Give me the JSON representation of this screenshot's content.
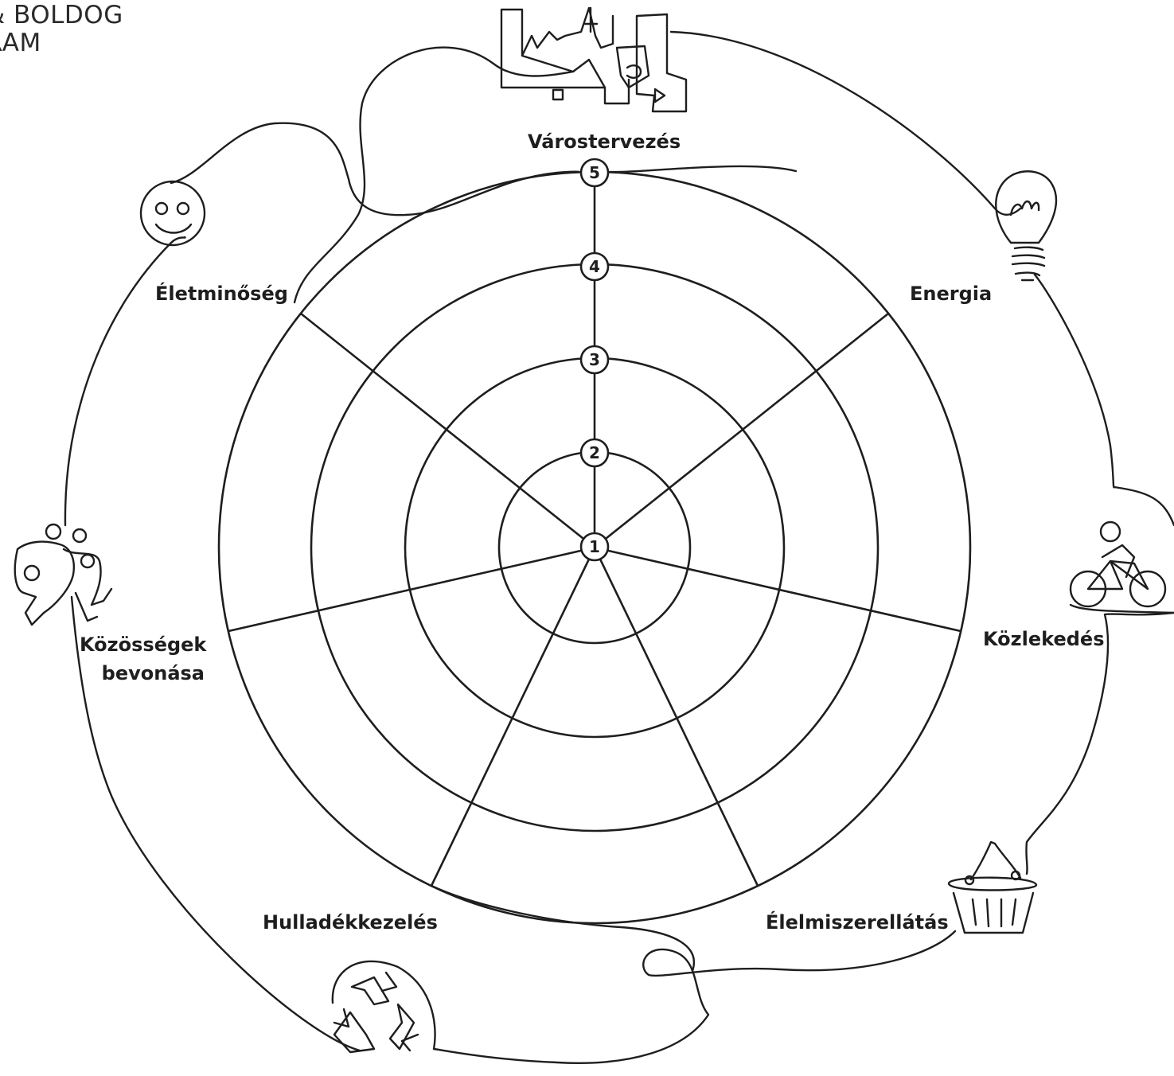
{
  "header": {
    "line1": "& BOLDOG",
    "line2": "RAM"
  },
  "scale_levels": [
    "1",
    "2",
    "3",
    "4",
    "5"
  ],
  "categories": [
    {
      "id": "varostervezes",
      "label": "Várostervezés",
      "icon": "city-skyline-icon"
    },
    {
      "id": "energia",
      "label": "Energia",
      "icon": "light-bulb-icon"
    },
    {
      "id": "kozlekedes",
      "label": "Közlekedés",
      "icon": "cyclist-icon"
    },
    {
      "id": "elelmiszerellatas",
      "label": "Élelmiszerellátás",
      "icon": "shopping-basket-icon"
    },
    {
      "id": "hulladekkezeles",
      "label": "Hulladékkezelés",
      "icon": "recycle-icon"
    },
    {
      "id": "kozossegek",
      "label_line1": "Közösségek",
      "label_line2": "bevonása",
      "icon": "people-group-icon"
    },
    {
      "id": "eletminoseg",
      "label": "Életminőség",
      "icon": "smiley-face-icon"
    }
  ],
  "colors": {
    "stroke": "#1e1e1e",
    "background": "#ffffff"
  }
}
